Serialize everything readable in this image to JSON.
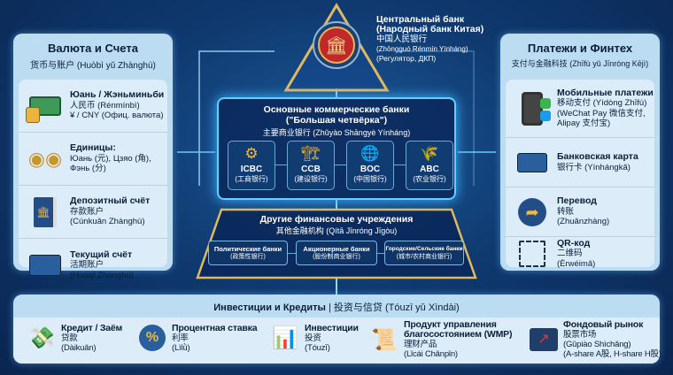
{
  "central_bank": {
    "title1": "Центральный банк",
    "title2": "(Народный банк Китая)",
    "zh": "中国人民银行",
    "pinyin": "(Zhōngguó Rénmín Yínháng)",
    "note": "(Регулятор, ДКП)"
  },
  "left_panel": {
    "title": "Валюта и Счета",
    "subtitle": "货币与账户 (Huòbì yǔ Zhànghù)",
    "items": [
      {
        "title": "Юань / Жэньминьби",
        "line1": "人民币 (Rénmínbì)",
        "line2": "¥ / CNY (Офиц. валюта)"
      },
      {
        "title": "Единицы:",
        "line1": "Юань (元), Цзяо (角),",
        "line2": "Фэнь (分)"
      },
      {
        "title": "Депозитный счёт",
        "line1": "存款账户",
        "line2": "(Cúnkuǎn Zhànghù)"
      },
      {
        "title": "Текущий счёт",
        "line1": "活期账户",
        "line2": "(Huóqī Zhànghù)"
      }
    ]
  },
  "right_panel": {
    "title": "Платежи и Финтех",
    "subtitle": "支付与金融科技 (Zhīfù yǔ Jīnróng Kējì)",
    "items": [
      {
        "title": "Мобильные платежи",
        "line1": "移动支付 (Yídòng Zhīfù)",
        "line2": "(WeChat Pay 微信支付,",
        "line3": "Alipay 支付宝)"
      },
      {
        "title": "Банковская карта",
        "line1": "银行卡 (Yínhángkǎ)"
      },
      {
        "title": "Перевод",
        "line1": "转账",
        "line2": "(Zhuǎnzhàng)"
      },
      {
        "title": "QR-код",
        "line1": "二维码",
        "line2": "(Èrwéimǎ)"
      }
    ]
  },
  "big_four": {
    "title1": "Основные коммерческие банки",
    "title2": "(\"Большая четвёрка\")",
    "subtitle": "主要商业银行 (Zhǔyào Shāngyè Yínháng)",
    "banks": [
      {
        "name": "ICBC",
        "zh": "(工商银行)"
      },
      {
        "name": "CCB",
        "zh": "(建设银行)"
      },
      {
        "name": "BOC",
        "zh": "(中国银行)"
      },
      {
        "name": "ABC",
        "zh": "(农业银行)"
      }
    ]
  },
  "other": {
    "title": "Другие финансовые учреждения",
    "subtitle": "其他金融机构 (Qítā Jīnróng Jīgòu)",
    "items": [
      {
        "name": "Политические банки",
        "zh": "(政策性银行)"
      },
      {
        "name": "Акционерные банки",
        "zh": "(股份制商业银行)"
      },
      {
        "name": "Городские/Сельские банки",
        "zh": "(城市/农村商业银行)"
      }
    ]
  },
  "bottom": {
    "title": "Инвестиции и Кредиты",
    "title_zh": "| 投资与信贷 (Tóuzī yǔ Xìndài)",
    "items": [
      {
        "title": "Кредит / Заём",
        "line1": "贷款",
        "line2": "(Dàikuǎn)"
      },
      {
        "title": "Процентная ставка",
        "line1": "利率",
        "line2": "(Lìlǜ)"
      },
      {
        "title": "Инвестиции",
        "line1": "投资",
        "line2": "(Tóuzī)"
      },
      {
        "title": "Продукт управления",
        "title2": "благосостоянием (WMP)",
        "line1": "理财产品",
        "line2": "(Lǐcái Chǎnpǐn)"
      },
      {
        "title": "Фондовый рынок",
        "line1": "股票市场",
        "line2": "(Gǔpiào Shìchǎng)",
        "line3": "(A-share A股, H-share H股)"
      }
    ]
  }
}
